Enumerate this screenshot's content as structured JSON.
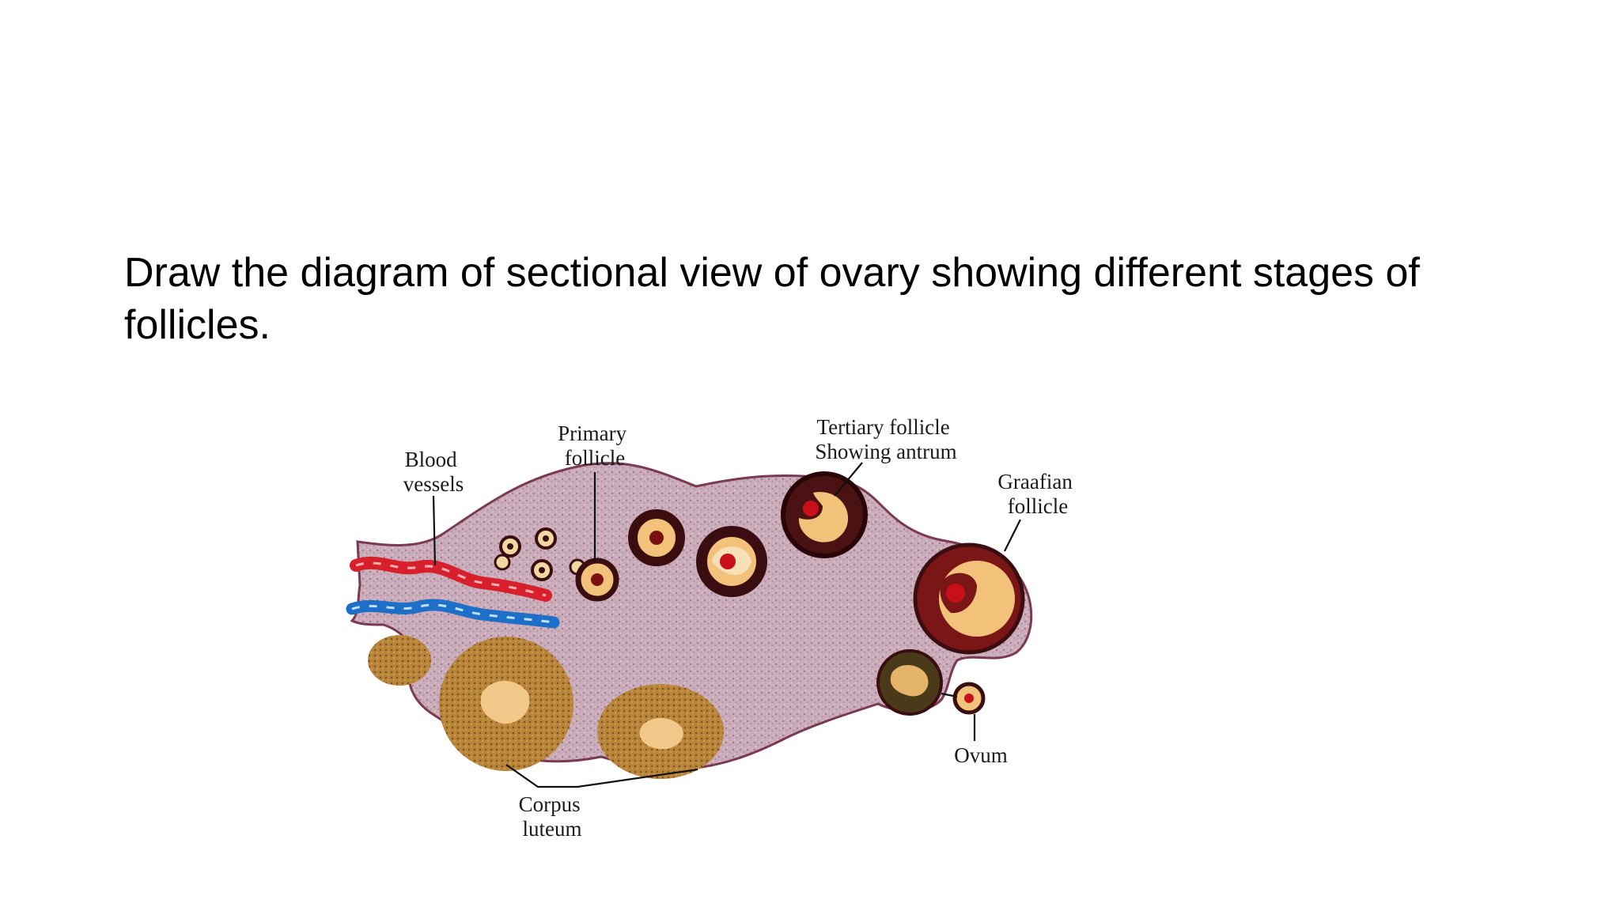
{
  "question": "Draw the diagram of sectional view of ovary showing different stages of follicles.",
  "diagram": {
    "labels": {
      "blood_vessels": [
        "Blood",
        "vessels"
      ],
      "primary_follicle": [
        "Primary",
        "follicle"
      ],
      "tertiary_follicle": [
        "Tertiary follicle",
        "Showing antrum"
      ],
      "graafian_follicle": [
        "Graafian",
        "follicle"
      ],
      "ovum": "Ovum",
      "corpus_luteum": [
        "Corpus",
        "luteum"
      ]
    },
    "colors": {
      "stroma": "#c9aab8",
      "stroma_edge": "#7a3a52",
      "artery": "#d8202c",
      "vein": "#1e6fc8",
      "follicle_rim": "#3a0d10",
      "follicle_fluid": "#f2c27a",
      "oocyte": "#c8101a",
      "corpus_luteum": "#b8843a",
      "corpus_luteum_center": "#f2c78a"
    }
  }
}
